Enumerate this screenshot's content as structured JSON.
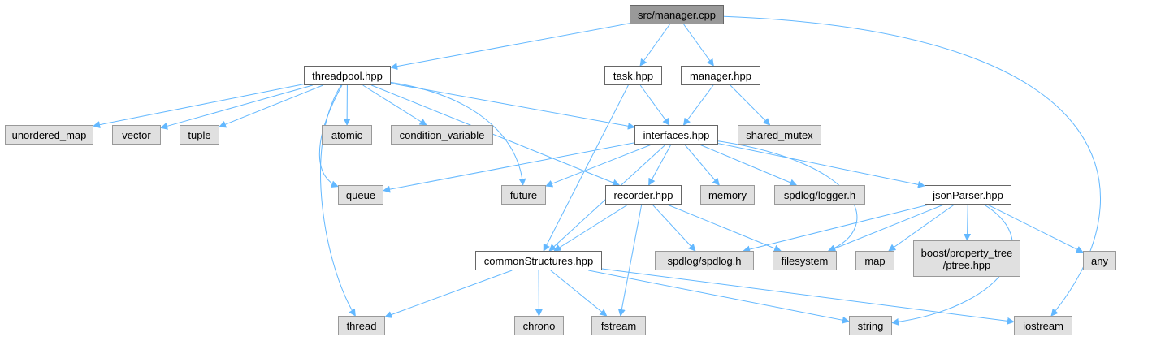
{
  "diagram": {
    "edge_color": "#63b8ff",
    "node_colors": {
      "root_fill": "#999999",
      "file_fill": "#ffffff",
      "system_fill": "#e0e0e0"
    },
    "nodes": [
      {
        "id": "manager_cpp",
        "label": "src/manager.cpp",
        "kind": "root"
      },
      {
        "id": "threadpool_hpp",
        "label": "threadpool.hpp",
        "kind": "file"
      },
      {
        "id": "task_hpp",
        "label": "task.hpp",
        "kind": "file"
      },
      {
        "id": "manager_hpp",
        "label": "manager.hpp",
        "kind": "file"
      },
      {
        "id": "unordered_map",
        "label": "unordered_map",
        "kind": "system"
      },
      {
        "id": "vector",
        "label": "vector",
        "kind": "system"
      },
      {
        "id": "tuple",
        "label": "tuple",
        "kind": "system"
      },
      {
        "id": "atomic",
        "label": "atomic",
        "kind": "system"
      },
      {
        "id": "condition_variable",
        "label": "condition_variable",
        "kind": "system"
      },
      {
        "id": "interfaces_hpp",
        "label": "interfaces.hpp",
        "kind": "file"
      },
      {
        "id": "shared_mutex",
        "label": "shared_mutex",
        "kind": "system"
      },
      {
        "id": "queue",
        "label": "queue",
        "kind": "system"
      },
      {
        "id": "future",
        "label": "future",
        "kind": "system"
      },
      {
        "id": "recorder_hpp",
        "label": "recorder.hpp",
        "kind": "file"
      },
      {
        "id": "memory",
        "label": "memory",
        "kind": "system"
      },
      {
        "id": "spdlog_logger",
        "label": "spdlog/logger.h",
        "kind": "system"
      },
      {
        "id": "jsonparser_hpp",
        "label": "jsonParser.hpp",
        "kind": "file"
      },
      {
        "id": "commonstructures_hpp",
        "label": "commonStructures.hpp",
        "kind": "file"
      },
      {
        "id": "spdlog_spdlog",
        "label": "spdlog/spdlog.h",
        "kind": "system"
      },
      {
        "id": "filesystem",
        "label": "filesystem",
        "kind": "system"
      },
      {
        "id": "map",
        "label": "map",
        "kind": "system"
      },
      {
        "id": "boost_ptree",
        "label": "boost/property_tree\n/ptree.hpp",
        "kind": "system"
      },
      {
        "id": "any",
        "label": "any",
        "kind": "system"
      },
      {
        "id": "thread",
        "label": "thread",
        "kind": "system"
      },
      {
        "id": "chrono",
        "label": "chrono",
        "kind": "system"
      },
      {
        "id": "fstream",
        "label": "fstream",
        "kind": "system"
      },
      {
        "id": "string",
        "label": "string",
        "kind": "system"
      },
      {
        "id": "iostream",
        "label": "iostream",
        "kind": "system"
      }
    ],
    "edges": [
      {
        "from": "manager_cpp",
        "to": "threadpool_hpp"
      },
      {
        "from": "manager_cpp",
        "to": "task_hpp"
      },
      {
        "from": "manager_cpp",
        "to": "manager_hpp"
      },
      {
        "from": "manager_cpp",
        "to": "iostream"
      },
      {
        "from": "threadpool_hpp",
        "to": "unordered_map"
      },
      {
        "from": "threadpool_hpp",
        "to": "vector"
      },
      {
        "from": "threadpool_hpp",
        "to": "tuple"
      },
      {
        "from": "threadpool_hpp",
        "to": "atomic"
      },
      {
        "from": "threadpool_hpp",
        "to": "condition_variable"
      },
      {
        "from": "threadpool_hpp",
        "to": "interfaces_hpp"
      },
      {
        "from": "threadpool_hpp",
        "to": "queue"
      },
      {
        "from": "threadpool_hpp",
        "to": "future"
      },
      {
        "from": "threadpool_hpp",
        "to": "recorder_hpp"
      },
      {
        "from": "threadpool_hpp",
        "to": "thread"
      },
      {
        "from": "task_hpp",
        "to": "interfaces_hpp"
      },
      {
        "from": "task_hpp",
        "to": "commonstructures_hpp"
      },
      {
        "from": "manager_hpp",
        "to": "interfaces_hpp"
      },
      {
        "from": "manager_hpp",
        "to": "shared_mutex"
      },
      {
        "from": "interfaces_hpp",
        "to": "queue"
      },
      {
        "from": "interfaces_hpp",
        "to": "future"
      },
      {
        "from": "interfaces_hpp",
        "to": "recorder_hpp"
      },
      {
        "from": "interfaces_hpp",
        "to": "memory"
      },
      {
        "from": "interfaces_hpp",
        "to": "spdlog_logger"
      },
      {
        "from": "interfaces_hpp",
        "to": "jsonparser_hpp"
      },
      {
        "from": "interfaces_hpp",
        "to": "commonstructures_hpp"
      },
      {
        "from": "interfaces_hpp",
        "to": "filesystem"
      },
      {
        "from": "recorder_hpp",
        "to": "commonstructures_hpp"
      },
      {
        "from": "recorder_hpp",
        "to": "spdlog_spdlog"
      },
      {
        "from": "recorder_hpp",
        "to": "filesystem"
      },
      {
        "from": "recorder_hpp",
        "to": "fstream"
      },
      {
        "from": "jsonparser_hpp",
        "to": "spdlog_spdlog"
      },
      {
        "from": "jsonparser_hpp",
        "to": "filesystem"
      },
      {
        "from": "jsonparser_hpp",
        "to": "map"
      },
      {
        "from": "jsonparser_hpp",
        "to": "boost_ptree"
      },
      {
        "from": "jsonparser_hpp",
        "to": "any"
      },
      {
        "from": "jsonparser_hpp",
        "to": "string"
      },
      {
        "from": "commonstructures_hpp",
        "to": "thread"
      },
      {
        "from": "commonstructures_hpp",
        "to": "chrono"
      },
      {
        "from": "commonstructures_hpp",
        "to": "fstream"
      },
      {
        "from": "commonstructures_hpp",
        "to": "string"
      },
      {
        "from": "commonstructures_hpp",
        "to": "iostream"
      }
    ]
  }
}
